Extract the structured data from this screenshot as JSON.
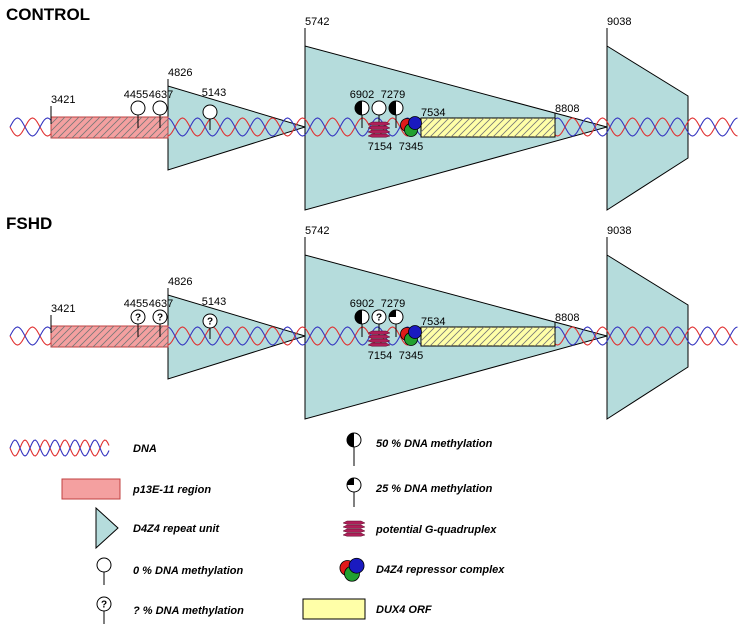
{
  "panels": [
    {
      "title": "CONTROL",
      "coords": [
        "3421",
        "4455",
        "4637",
        "4826",
        "5143",
        "5742",
        "6902",
        "7279",
        "7154",
        "7345",
        "7534",
        "8808",
        "9038"
      ],
      "methylation": [
        "0 %",
        "0 %",
        "0 %",
        "50 %",
        "0 %",
        "50 %"
      ]
    },
    {
      "title": "FSHD",
      "coords": [
        "3421",
        "4455",
        "4637",
        "4826",
        "5143",
        "5742",
        "6902",
        "7279",
        "7154",
        "7345",
        "7534",
        "8808",
        "9038"
      ],
      "methylation": [
        "? %",
        "? %",
        "? %",
        "50 %",
        "? %",
        "25 %"
      ]
    }
  ],
  "question_mark": "?",
  "legend": [
    {
      "symbol": "dna",
      "label": "DNA"
    },
    {
      "symbol": "p13e11-region",
      "label": "p13E-11 region"
    },
    {
      "symbol": "d4z4-repeat-unit",
      "label": "D4Z4 repeat unit"
    },
    {
      "symbol": "lollipop-0",
      "label": "0 % DNA methylation"
    },
    {
      "symbol": "lollipop-unknown",
      "label": "? % DNA methylation"
    },
    {
      "symbol": "lollipop-50",
      "label": "50 % DNA methylation"
    },
    {
      "symbol": "lollipop-25",
      "label": "25 % DNA methylation"
    },
    {
      "symbol": "g-quadruplex",
      "label": "potential G-quadruplex"
    },
    {
      "symbol": "repressor-complex",
      "label": "D4Z4 repressor complex"
    },
    {
      "symbol": "dux4-orf",
      "label": "DUX4 ORF"
    }
  ],
  "colors": {
    "dna_red": "#e03030",
    "dna_blue": "#3535c0",
    "p13e11_fill": "#f4a0a0",
    "p13e11_stroke": "#c04040",
    "d4z4_fill": "#b5dcdc",
    "dux4_fill": "#ffffa8",
    "quadruplex": "#b0205a",
    "complex_red": "#e01a1a",
    "complex_green": "#22a030",
    "complex_blue": "#1a1ac0"
  }
}
